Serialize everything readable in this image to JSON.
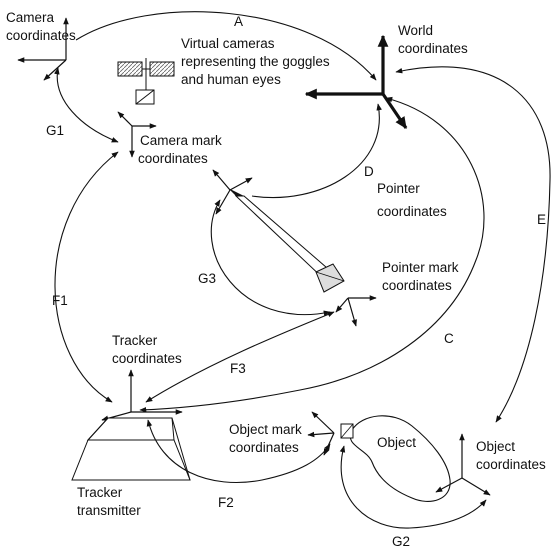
{
  "labels": {
    "camera_coordinates": [
      "Camera",
      "coordinates"
    ],
    "world_coordinates": [
      "World",
      "coordinates"
    ],
    "virtual_cameras": [
      "Virtual cameras",
      "representing the goggles",
      "and human eyes"
    ],
    "camera_mark_coordinates": [
      "Camera mark",
      "coordinates"
    ],
    "pointer_coordinates": [
      "Pointer",
      "coordinates"
    ],
    "pointer_mark_coordinates": [
      "Pointer mark",
      "coordinates"
    ],
    "tracker_coordinates": [
      "Tracker",
      "coordinates"
    ],
    "object_mark_coordinates": [
      "Object mark",
      "coordinates"
    ],
    "object": "Object",
    "object_coordinates": [
      "Object",
      "coordinates"
    ],
    "tracker_transmitter": [
      "Tracker",
      "transmitter"
    ]
  },
  "transforms": {
    "A": "A",
    "C": "C",
    "D": "D",
    "E": "E",
    "F1": "F1",
    "F2": "F2",
    "F3": "F3",
    "G1": "G1",
    "G2": "G2",
    "G3": "G3"
  },
  "colors": {
    "ink": "#111111",
    "background": "#ffffff",
    "component_fill": "#e6e6e6"
  }
}
